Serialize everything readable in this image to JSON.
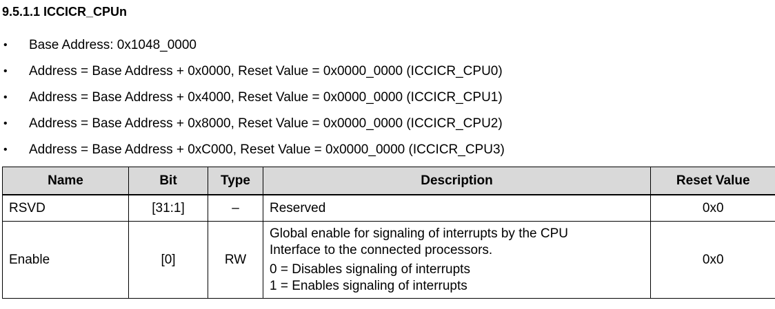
{
  "section": {
    "heading": "9.5.1.1 ICCICR_CPUn"
  },
  "bullets": [
    "Base Address: 0x1048_0000",
    "Address = Base Address + 0x0000, Reset Value = 0x0000_0000 (ICCICR_CPU0)",
    "Address = Base Address + 0x4000, Reset Value = 0x0000_0000 (ICCICR_CPU1)",
    "Address = Base Address + 0x8000, Reset Value = 0x0000_0000 (ICCICR_CPU2)",
    "Address = Base Address + 0xC000, Reset Value = 0x0000_0000 (ICCICR_CPU3)"
  ],
  "bullet_glyph": "•",
  "table": {
    "headers": [
      "Name",
      "Bit",
      "Type",
      "Description",
      "Reset Value"
    ],
    "rows": [
      {
        "name": "RSVD",
        "bit": "[31:1]",
        "type": "–",
        "description": [
          "Reserved"
        ],
        "reset": "0x0"
      },
      {
        "name": "Enable",
        "bit": "[0]",
        "type": "RW",
        "description": [
          "Global enable for signaling of interrupts by the CPU",
          "Interface to the connected processors.",
          "0 = Disables signaling of interrupts",
          "1 = Enables signaling of interrupts"
        ],
        "reset": "0x0"
      }
    ],
    "header_bg": "#d9d9d9"
  }
}
